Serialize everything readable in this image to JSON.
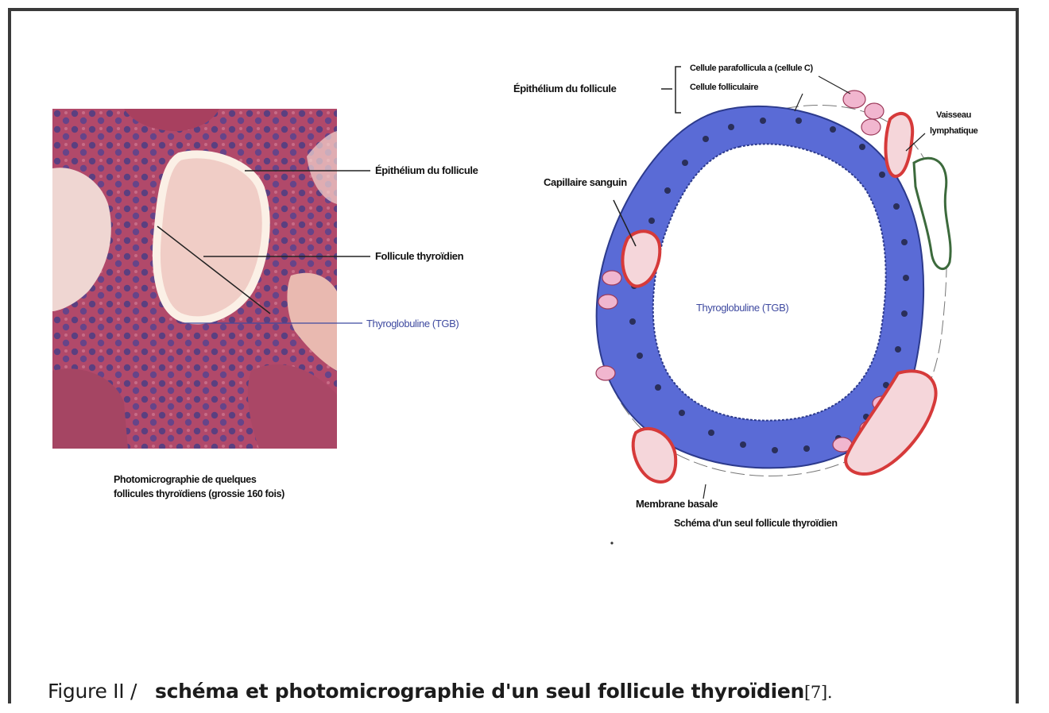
{
  "colors": {
    "epithelium": "#5a6bd6",
    "capillary": "#d63a3a",
    "lymphatic": "#3c6a3c",
    "colloid": "#ffffff",
    "photo_tissue": "#b1496a",
    "photo_colloid": "#f1c9c2"
  },
  "photo_panel": {
    "label_epithelium": "Épithélium du follicule",
    "label_follicle": "Follicule thyroïdien",
    "label_tgb": "Thyroglobuline (TGB)",
    "caption_line1": "Photomicrographie de quelques",
    "caption_line2": "follicules thyroïdiens (grossie 160 fois)"
  },
  "schema_panel": {
    "label_epithelium": "Épithélium du follicule",
    "label_parafollicular": "Cellule parafollicula  a (cellule C)",
    "label_follicular_cell": "Cellule folliculaire",
    "label_lymphatic_1": "Vaisseau",
    "label_lymphatic_2": "lymphatique",
    "label_capillary": "Capillaire sanguin",
    "label_tgb": "Thyroglobuline (TGB)",
    "label_basal": "Membrane basale",
    "caption": "Schéma d'un seul follicule thyroïdien"
  },
  "figure_caption": {
    "prefix": "Figure II /",
    "body": "schéma et photomicrographie d'un seul follicule thyroïdien",
    "ref": "[7]."
  }
}
